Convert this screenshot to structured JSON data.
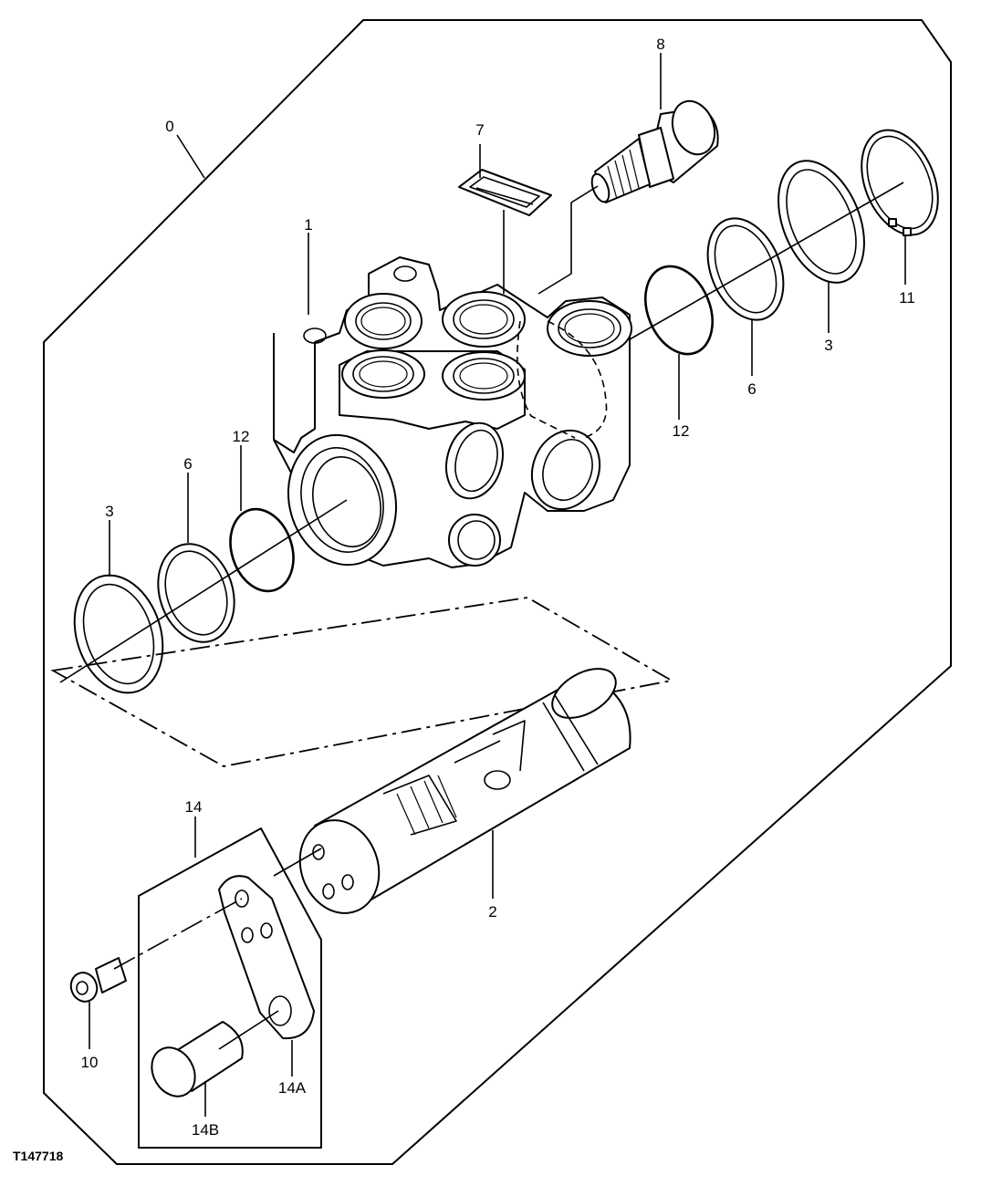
{
  "diagram": {
    "reference": "T147718",
    "callouts": {
      "c0": "0",
      "c1": "1",
      "c2": "2",
      "c3_left": "3",
      "c3_right": "3",
      "c6_left": "6",
      "c6_right": "6",
      "c7": "7",
      "c8": "8",
      "c10": "10",
      "c11": "11",
      "c12_left": "12",
      "c12_right": "12",
      "c14": "14",
      "c14a": "14A",
      "c14b": "14B"
    }
  }
}
